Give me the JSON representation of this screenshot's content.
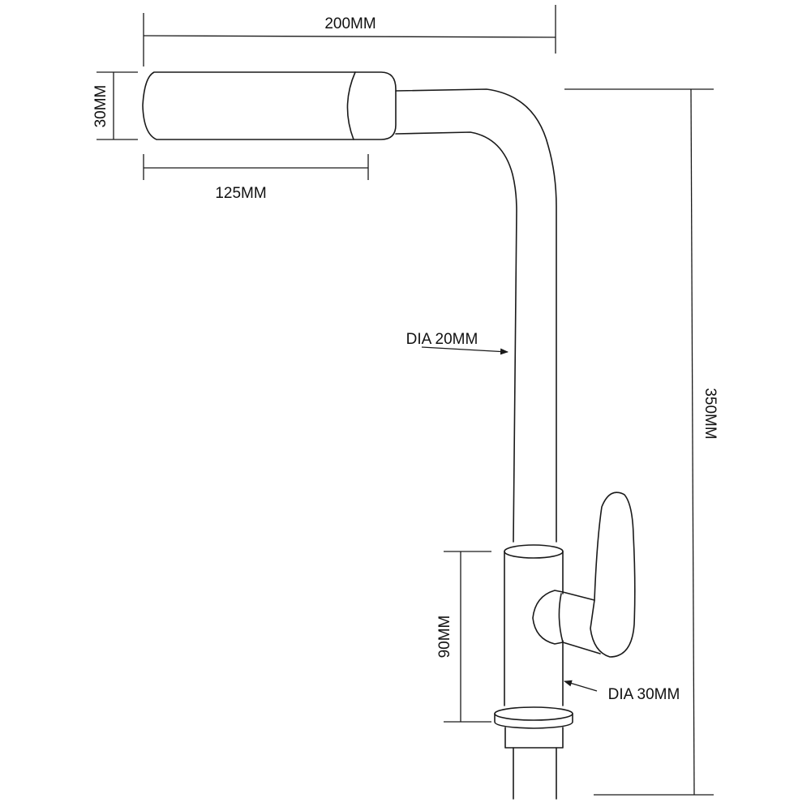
{
  "diagram": {
    "stroke_color": "#1a1a1a",
    "labels": {
      "overall_width": "200MM",
      "spout_height": "30MM",
      "spout_length": "125MM",
      "pipe_diameter": "DIA 20MM",
      "total_height": "350MM",
      "body_height": "90MM",
      "body_diameter": "DIA 30MM"
    }
  }
}
